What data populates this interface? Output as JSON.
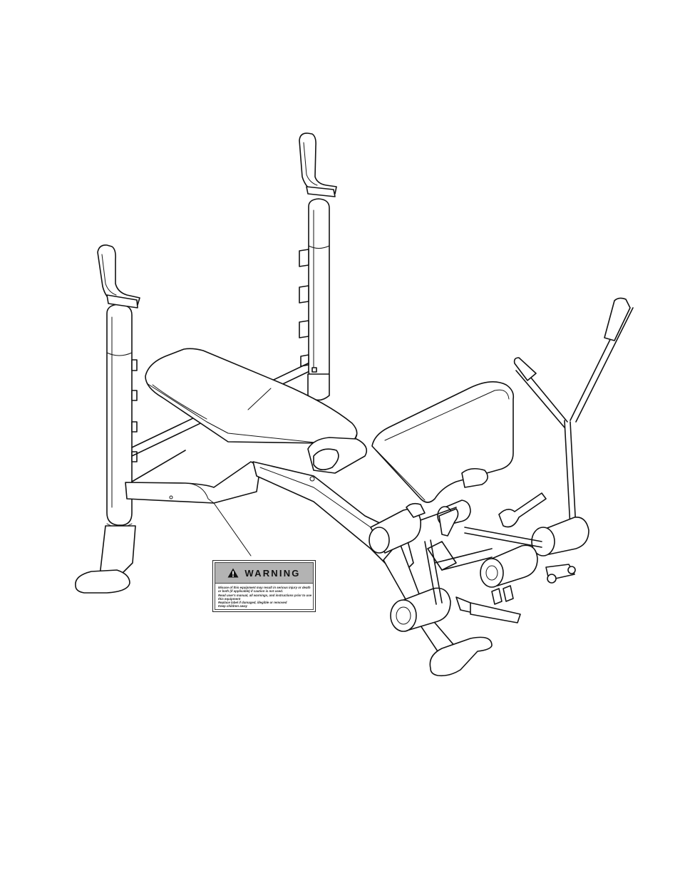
{
  "warning_label": {
    "title": "WARNING",
    "icon": "warning-triangle-icon",
    "lines": [
      "Misuse of this equipment may result in serious injury or death",
      "or both (if applicable) if caution is not used.",
      "Read user's manual, all warnings, and instructions prior to use",
      "this equipment",
      "Replace label if damaged, illegible or removed",
      "Keep children away"
    ]
  }
}
